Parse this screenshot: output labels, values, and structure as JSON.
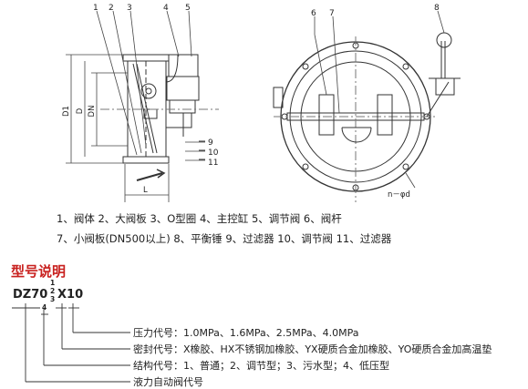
{
  "callouts": {
    "left": [
      "1",
      "2",
      "3",
      "4",
      "5",
      "9",
      "10",
      "11"
    ],
    "right": [
      "6",
      "7",
      "8"
    ]
  },
  "dimensions": {
    "d1": "D1",
    "d": "D",
    "dn": "DN",
    "l": "L",
    "bolts": "n－φd"
  },
  "legend": {
    "line1": "1、阀体  2、大阀板  3、O型圈  4、主控缸  5、调节阀  6、阀杆",
    "line2": "7、小阀板(DN500以上)  8、平衡锤  9、过滤器  10、调节阀  11、过滤器"
  },
  "model": {
    "title": "型号说明",
    "prefix": "DZ70",
    "fraction": [
      "1",
      "2",
      "3"
    ],
    "digit4": "4",
    "suffix": "X10"
  },
  "explanation": {
    "pressure": "压力代号：1.0MPa、1.6MPa、2.5MPa、4.0MPa",
    "seal": "密封代号：X橡胶、HX不锈钢加橡胶、YX硬质合金加橡胶、YO硬质合金加高温垫",
    "structure": "结构代号：1、普通；2、调节型；3、污水型；4、低压型",
    "type": "液力自动阀代号"
  }
}
